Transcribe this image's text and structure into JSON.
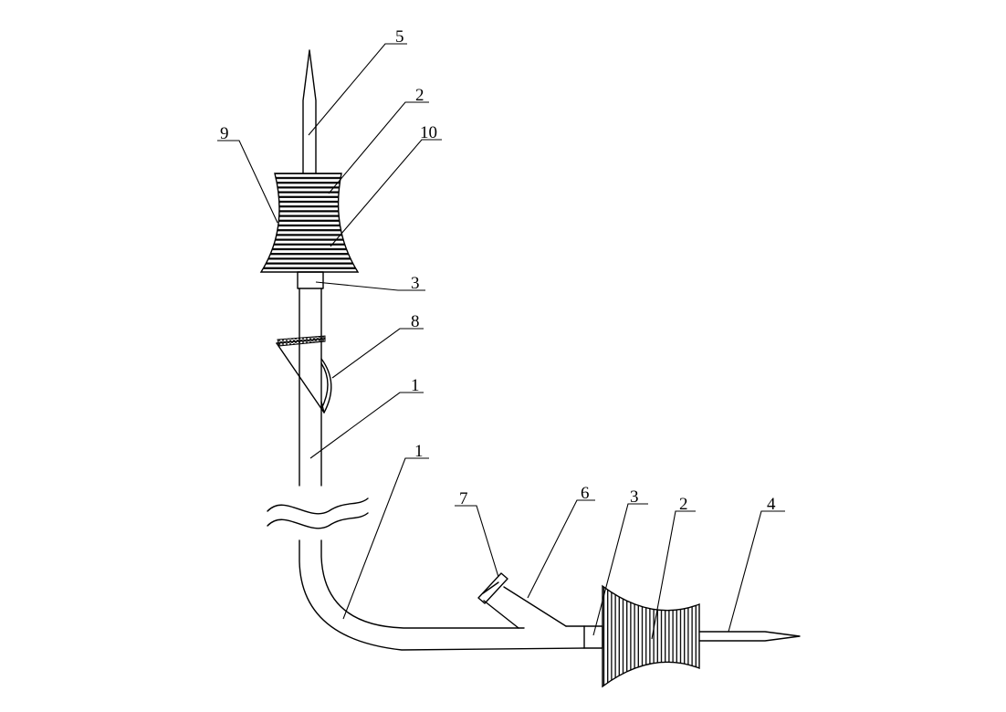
{
  "labels": [
    {
      "id": "upper-spike-5",
      "text": "5"
    },
    {
      "id": "upper-grip-2",
      "text": "2"
    },
    {
      "id": "upper-grip-10",
      "text": "10"
    },
    {
      "id": "upper-grip-9",
      "text": "9"
    },
    {
      "id": "upper-connector-3",
      "text": "3"
    },
    {
      "id": "clamp-8",
      "text": "8"
    },
    {
      "id": "upper-tube-1",
      "text": "1"
    },
    {
      "id": "lower-tube-1",
      "text": "1"
    },
    {
      "id": "cap-7",
      "text": "7"
    },
    {
      "id": "side-port-6",
      "text": "6"
    },
    {
      "id": "lower-connector-3",
      "text": "3"
    },
    {
      "id": "lower-grip-2",
      "text": "2"
    },
    {
      "id": "lower-spike-4",
      "text": "4"
    }
  ]
}
